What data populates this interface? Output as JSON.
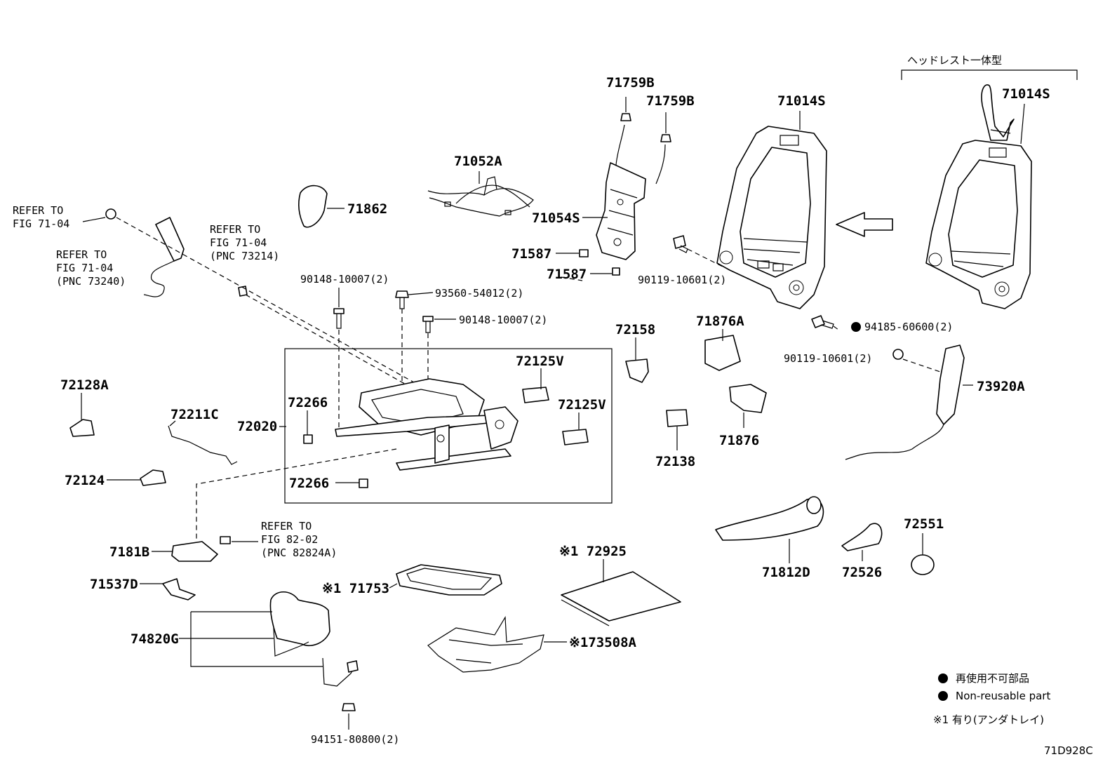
{
  "callouts": [
    {
      "id": "71759B_a",
      "text": "71759B"
    },
    {
      "id": "71759B_b",
      "text": "71759B"
    },
    {
      "id": "71014S_a",
      "text": "71014S"
    },
    {
      "id": "71014S_b",
      "text": "71014S"
    },
    {
      "id": "71052A",
      "text": "71052A"
    },
    {
      "id": "71862",
      "text": "71862"
    },
    {
      "id": "71054S",
      "text": "71054S"
    },
    {
      "id": "71587_a",
      "text": "71587"
    },
    {
      "id": "71587_b",
      "text": "71587"
    },
    {
      "id": "90119_a",
      "text": "90119-10601(2)"
    },
    {
      "id": "90119_b",
      "text": "90119-10601(2)"
    },
    {
      "id": "90148_a",
      "text": "90148-10007(2)"
    },
    {
      "id": "90148_b",
      "text": "90148-10007(2)"
    },
    {
      "id": "93560",
      "text": "93560-54012(2)"
    },
    {
      "id": "94185",
      "text": "94185-60600(2)"
    },
    {
      "id": "72158",
      "text": "72158"
    },
    {
      "id": "71876A",
      "text": "71876A"
    },
    {
      "id": "71876",
      "text": "71876"
    },
    {
      "id": "72138",
      "text": "72138"
    },
    {
      "id": "73920A",
      "text": "73920A"
    },
    {
      "id": "72125V_a",
      "text": "72125V"
    },
    {
      "id": "72125V_b",
      "text": "72125V"
    },
    {
      "id": "72266_a",
      "text": "72266"
    },
    {
      "id": "72266_b",
      "text": "72266"
    },
    {
      "id": "72020",
      "text": "72020"
    },
    {
      "id": "72128A",
      "text": "72128A"
    },
    {
      "id": "72211C",
      "text": "72211C"
    },
    {
      "id": "72124",
      "text": "72124"
    },
    {
      "id": "7181B",
      "text": "7181B"
    },
    {
      "id": "71537D",
      "text": "71537D"
    },
    {
      "id": "74820G",
      "text": "74820G"
    },
    {
      "id": "94151",
      "text": "94151-80800(2)"
    },
    {
      "id": "71753",
      "text": "※1 71753"
    },
    {
      "id": "72925",
      "text": "※1 72925"
    },
    {
      "id": "73508A",
      "text": "※173508A"
    },
    {
      "id": "71812D",
      "text": "71812D"
    },
    {
      "id": "72526",
      "text": "72526"
    },
    {
      "id": "72551",
      "text": "72551"
    }
  ],
  "references": [
    {
      "id": "ref1",
      "lines": [
        "REFER TO",
        "FIG 71-04"
      ]
    },
    {
      "id": "ref2",
      "lines": [
        "REFER TO",
        "FIG 71-04",
        "(PNC 73240)"
      ]
    },
    {
      "id": "ref3",
      "lines": [
        "REFER TO",
        "FIG 71-04",
        "(PNC 73214)"
      ]
    },
    {
      "id": "ref4",
      "lines": [
        "REFER TO",
        "FIG 82-02",
        "(PNC 82824A)"
      ]
    }
  ],
  "headrest_variant": "ヘッドレスト一体型",
  "legend": {
    "nonreusable_jp": "再使用不可部品",
    "nonreusable_en": "Non-reusable part",
    "underline_tray": "※1 有り(アンダトレイ)"
  },
  "figure_code": "71D928C"
}
